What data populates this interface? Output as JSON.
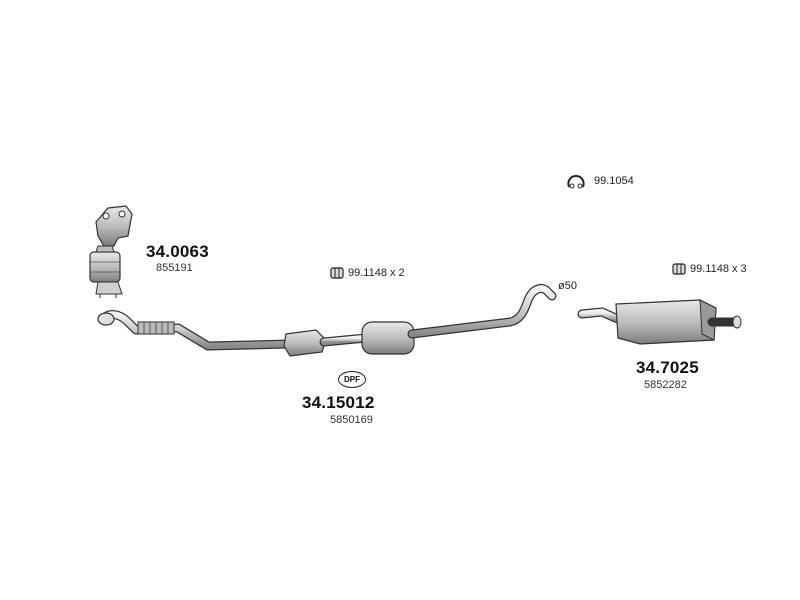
{
  "parts": {
    "catalyst": {
      "part_number": "34.0063",
      "oe_number": "855191"
    },
    "middle": {
      "part_number": "34.15012",
      "oe_number": "5850169",
      "badge": "DPF"
    },
    "rear": {
      "part_number": "34.7025",
      "oe_number": "5852282"
    }
  },
  "notes": {
    "clamp_front": "99.1148 x 2",
    "clamp_rear": "99.1148 x 3",
    "hanger": "99.1054",
    "diameter": "ø50"
  },
  "icons": {
    "clamp": "clamp-icon",
    "hanger": "rubber-hanger-icon"
  }
}
